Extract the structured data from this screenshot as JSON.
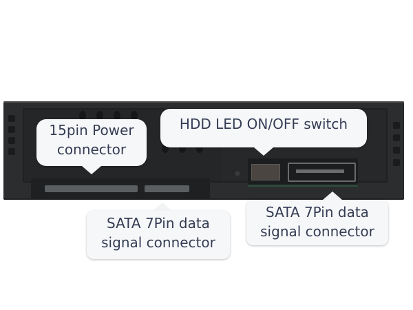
{
  "image": {
    "description": "Front view of a hard drive mobile rack / SATA backplane panel with labeled connectors",
    "background_color": "#ffffff",
    "panel_color": "#2b2d2e",
    "callout_color": "#f6f7f8",
    "text_color": "#353d55"
  },
  "callouts": {
    "power": {
      "line1": "15pin Power",
      "line2": "connector"
    },
    "led_switch": {
      "line1": "HDD LED ON/OFF switch"
    },
    "sata_left": {
      "line1": "SATA 7Pin data",
      "line2": "signal connector"
    },
    "sata_right": {
      "line1": "SATA 7Pin data",
      "line2": "signal connector"
    }
  }
}
